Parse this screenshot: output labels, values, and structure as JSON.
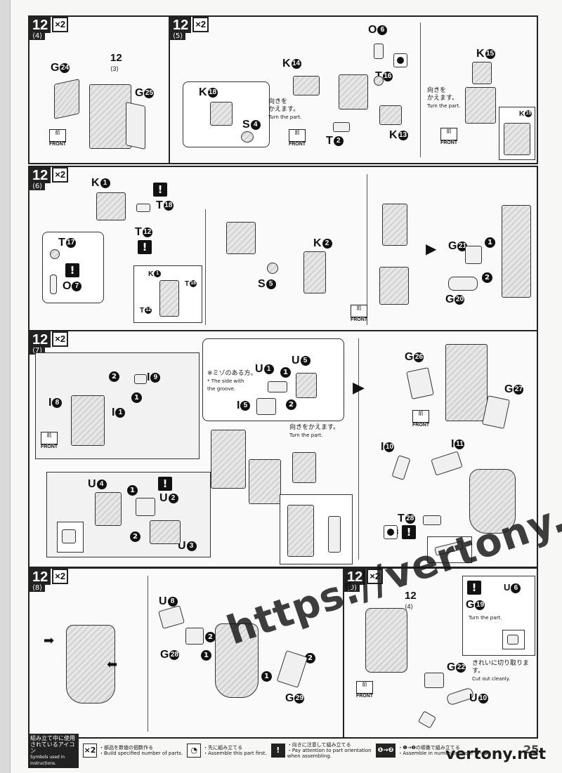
{
  "step": "12",
  "qty_icon": "×2",
  "steps": {
    "s4": {
      "num": "12",
      "sub": "⟨4⟩",
      "sub_ref": "12",
      "sub_ref_b": "⟨3⟩"
    },
    "s5": {
      "num": "12",
      "sub": "⟨5⟩"
    },
    "s6": {
      "num": "12",
      "sub": "⟨6⟩"
    },
    "s7": {
      "num": "12",
      "sub": "⟨7⟩"
    },
    "s8": {
      "num": "12",
      "sub": "⟨8⟩"
    },
    "s9": {
      "num": "12",
      "sub": "⟨9⟩",
      "sub_ref": "12",
      "sub_ref_b": "⟨4⟩"
    }
  },
  "labels": {
    "G24": "G",
    "G24n": "24",
    "G25": "G",
    "G25n": "25",
    "O6": "O",
    "O6n": "6",
    "K14": "K",
    "K14n": "14",
    "T16": "T",
    "T16n": "16",
    "K18": "K",
    "K18n": "18",
    "S4": "S",
    "S4n": "4",
    "T2": "T",
    "T2n": "2",
    "K13": "K",
    "K13n": "13",
    "K15": "K",
    "K15n": "15",
    "K15b": "K",
    "K15bn": "15",
    "K1": "K",
    "K1n": "1",
    "T18": "T",
    "T18n": "18",
    "T12": "T",
    "T12n": "12",
    "T17": "T",
    "T17n": "17",
    "O7": "O",
    "O7n": "7",
    "K2": "K",
    "K2n": "2",
    "S5": "S",
    "S5n": "5",
    "G21": "G",
    "G21n": "21",
    "G20": "G",
    "G20n": "20",
    "I8": "I",
    "I8n": "8",
    "I9": "I",
    "I9n": "9",
    "I1": "I",
    "I1n": "1",
    "U1": "U",
    "U1n": "1",
    "U5": "U",
    "U5n": "5",
    "I5": "I",
    "I5n": "5",
    "U4": "U",
    "U4n": "4",
    "U2": "U",
    "U2n": "2",
    "U3": "U",
    "U3n": "3",
    "G26": "G",
    "G26n": "26",
    "G27": "G",
    "G27n": "27",
    "I10": "I",
    "I10n": "10",
    "I11": "I",
    "I11n": "11",
    "T28": "T",
    "T28n": "28",
    "U8": "U",
    "U8n": "8",
    "G28": "G",
    "G28n": "28",
    "G29": "G",
    "G29n": "29",
    "G19": "G",
    "G19n": "19",
    "U6": "U",
    "U6n": "6",
    "G22": "G",
    "G22n": "22",
    "U10": "U",
    "U10n": "10"
  },
  "notes": {
    "turn_jp": "向きを\nかえます。",
    "turn_en": "Turn the part.",
    "turn_jp_inline": "向きをかえます。",
    "cut_jp": "きれいに切り取ります。",
    "cut_en": "Cut out cleanly.",
    "groove_jp": "※ミゾのある方。",
    "groove_en": "* The side with\n  the groove.",
    "front_jp": "前",
    "front_en": "FRONT"
  },
  "legend": {
    "title_jp": "組み立て中に使用\nされているアイコン",
    "title_en": "Symbols used in instructions.",
    "items": [
      {
        "icon": "×2",
        "jp": "・部品を数値の個数作る",
        "en": "・Build specified number of parts."
      },
      {
        "icon": "◔",
        "jp": "・先に組み立てる",
        "en": "・Assemble this part first."
      },
      {
        "icon": "!",
        "jp": "・向きに注意して組み立てる",
        "en": "・Pay attention to part orientation\n  when assembling."
      },
      {
        "icon": "❶→❷",
        "jp": "・❶→❷の順番で組み立てる",
        "en": "・Assemble in numerical order ❶→❷."
      }
    ]
  },
  "page_number": "25",
  "watermark": "https://vertony.net",
  "watermark_small": "vertony.net"
}
